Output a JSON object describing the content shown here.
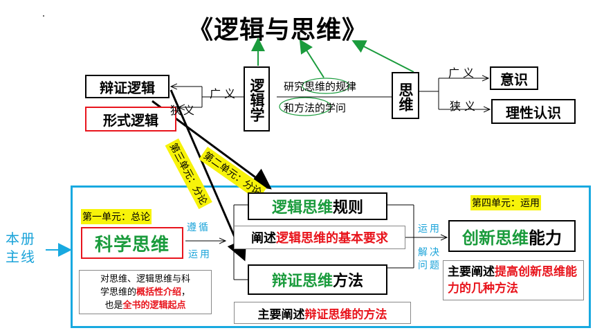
{
  "title": "《逻辑与思维》",
  "top": {
    "left_boxes": [
      "辩证逻辑",
      "形式逻辑"
    ],
    "logic": "逻辑学",
    "guangyi_left": "广义",
    "xiayi_left": "狭义",
    "definition_1": "研究思维的规律",
    "definition_2": "和方法的学问",
    "thinking": "思维",
    "guangyi_right": "广义",
    "xiayi_right": "狭义",
    "right_boxes": [
      "意识",
      "理性认识"
    ]
  },
  "diagonal_labels": {
    "unit2": "第二单元：分论",
    "unit3": "第三单元：分论"
  },
  "main": {
    "side_label": [
      "本册",
      "主线"
    ],
    "unit1": "第一单元：总论",
    "scientific_thinking": "科学思维",
    "follow": "遵循",
    "apply_left": "运用",
    "summary_1": "对思维、逻辑思维与科",
    "summary_2_pre": "学思维的",
    "summary_2_red": "概括性介绍",
    "summary_2_post": "，",
    "summary_3_pre": "也是",
    "summary_3_red": "全书的逻辑起点",
    "rules_green": "逻辑思维",
    "rules_black": "规则",
    "explain_pre": "阐述",
    "explain_red": "逻辑思维的基本要求",
    "dialectic_green": "辩证思维",
    "dialectic_black": "方法",
    "main_explain_pre": "主要阐述",
    "main_explain_red": "辩证思维的方法",
    "apply_right": "运用",
    "solve": [
      "解决",
      "问题"
    ],
    "unit4": "第四单元：运用",
    "innovation_green": "创新思维",
    "innovation_black": "能力",
    "innovation_desc_pre": "主要阐述",
    "innovation_desc_red": "提高创新思维能力的几种方法"
  }
}
